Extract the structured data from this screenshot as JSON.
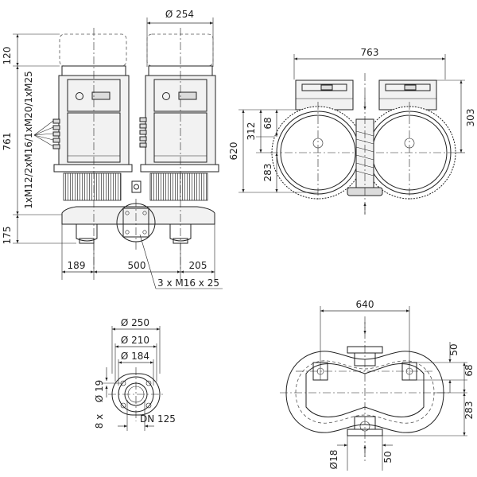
{
  "front_view": {
    "dim_top_diameter": "Ø 254",
    "dim_top_height": "120",
    "dim_total_height": "761",
    "cable_glands": "1xM12/2xM16/1xM20/1xM25",
    "dim_base_height": "175",
    "dim_left": "189",
    "dim_center": "500",
    "dim_right": "205",
    "bolt_callout": "3 x M16 x 25"
  },
  "top_view": {
    "dim_width": "763",
    "dim_620": "620",
    "dim_312": "312",
    "dim_68": "68",
    "dim_283": "283",
    "dim_303": "303"
  },
  "flange_view": {
    "dim_250": "Ø 250",
    "dim_210": "Ø 210",
    "dim_184": "Ø 184",
    "dim_19": "Ø 19",
    "bolt_count": "8 x",
    "nominal": "DN 125"
  },
  "foot_view": {
    "dim_640": "640",
    "dim_50_top": "50",
    "dim_68": "68",
    "dim_283": "283",
    "dim_18": "Ø18",
    "dim_50_bottom": "50"
  }
}
